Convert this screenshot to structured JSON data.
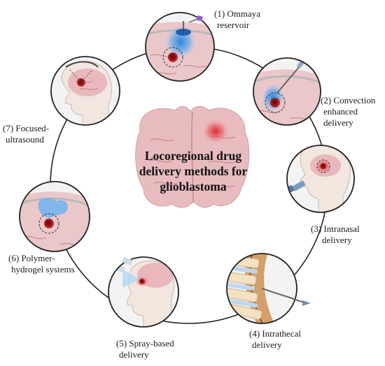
{
  "center": {
    "title_lines": [
      "Locoregional drug",
      "delivery methods for",
      "glioblastoma"
    ]
  },
  "methods": [
    {
      "number": "(1)",
      "lines": [
        "(1) Ommaya",
        "reservoir"
      ],
      "icon": "ommaya-reservoir-illustration"
    },
    {
      "number": "(2)",
      "lines": [
        "(2) Convection",
        "enhanced",
        "delivery"
      ],
      "icon": "convection-enhanced-delivery-illustration"
    },
    {
      "number": "(3)",
      "lines": [
        "(3) Intranasal",
        "delivery"
      ],
      "icon": "intranasal-delivery-illustration"
    },
    {
      "number": "(4)",
      "lines": [
        "(4) Intrathecal",
        "delivery"
      ],
      "icon": "intrathecal-delivery-illustration"
    },
    {
      "number": "(5)",
      "lines": [
        "(5) Spray-based",
        "delivery"
      ],
      "icon": "spray-based-delivery-illustration"
    },
    {
      "number": "(6)",
      "lines": [
        "(6) Polymer-",
        "hydrogel systems"
      ],
      "icon": "polymer-hydrogel-illustration"
    },
    {
      "number": "(7)",
      "lines": [
        "(7) Focused-",
        "ultrasound"
      ],
      "icon": "focused-ultrasound-illustration"
    }
  ],
  "colors": {
    "ring": "#222222",
    "brain": "#e6b3b6",
    "brain_fold": "#c98a90",
    "tumor": "#a61c1c",
    "drug_blue": "#2f8ee8",
    "skin": "#f2e6df"
  }
}
